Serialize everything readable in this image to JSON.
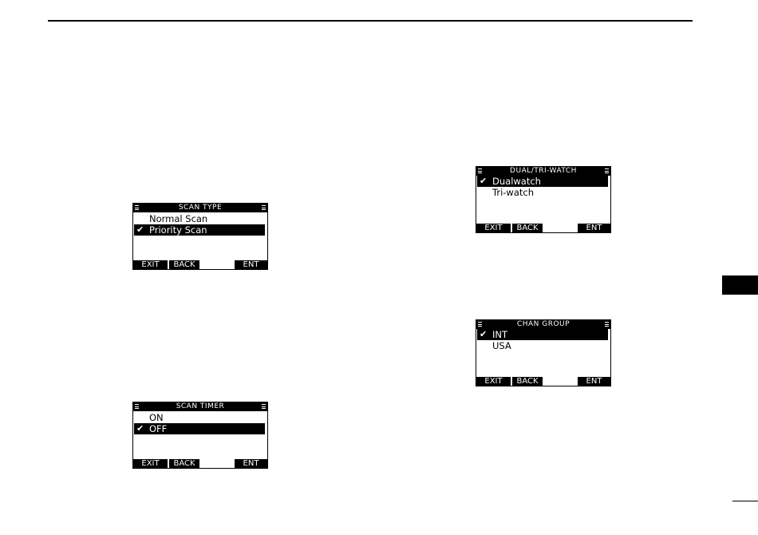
{
  "screens": {
    "scan_type": {
      "title": "SCAN TYPE",
      "items": [
        {
          "label": "Normal Scan",
          "check": ""
        },
        {
          "label": "Priority Scan",
          "check": "✔"
        }
      ],
      "keys": {
        "exit": "EXIT",
        "back": "BACK",
        "ent": "ENT"
      }
    },
    "scan_timer": {
      "title": "SCAN TIMER",
      "items": [
        {
          "label": "ON",
          "check": ""
        },
        {
          "label": "OFF",
          "check": "✔"
        }
      ],
      "keys": {
        "exit": "EXIT",
        "back": "BACK",
        "ent": "ENT"
      }
    },
    "dual_tri_watch": {
      "title": "DUAL/TRI-WATCH",
      "items": [
        {
          "label": "Dualwatch",
          "check": "✔"
        },
        {
          "label": "Tri-watch",
          "check": ""
        }
      ],
      "keys": {
        "exit": "EXIT",
        "back": "BACK",
        "ent": "ENT"
      }
    },
    "chan_group": {
      "title": "CHAN GROUP",
      "items": [
        {
          "label": "INT",
          "check": "✔"
        },
        {
          "label": "USA",
          "check": ""
        }
      ],
      "keys": {
        "exit": "EXIT",
        "back": "BACK",
        "ent": "ENT"
      }
    }
  }
}
